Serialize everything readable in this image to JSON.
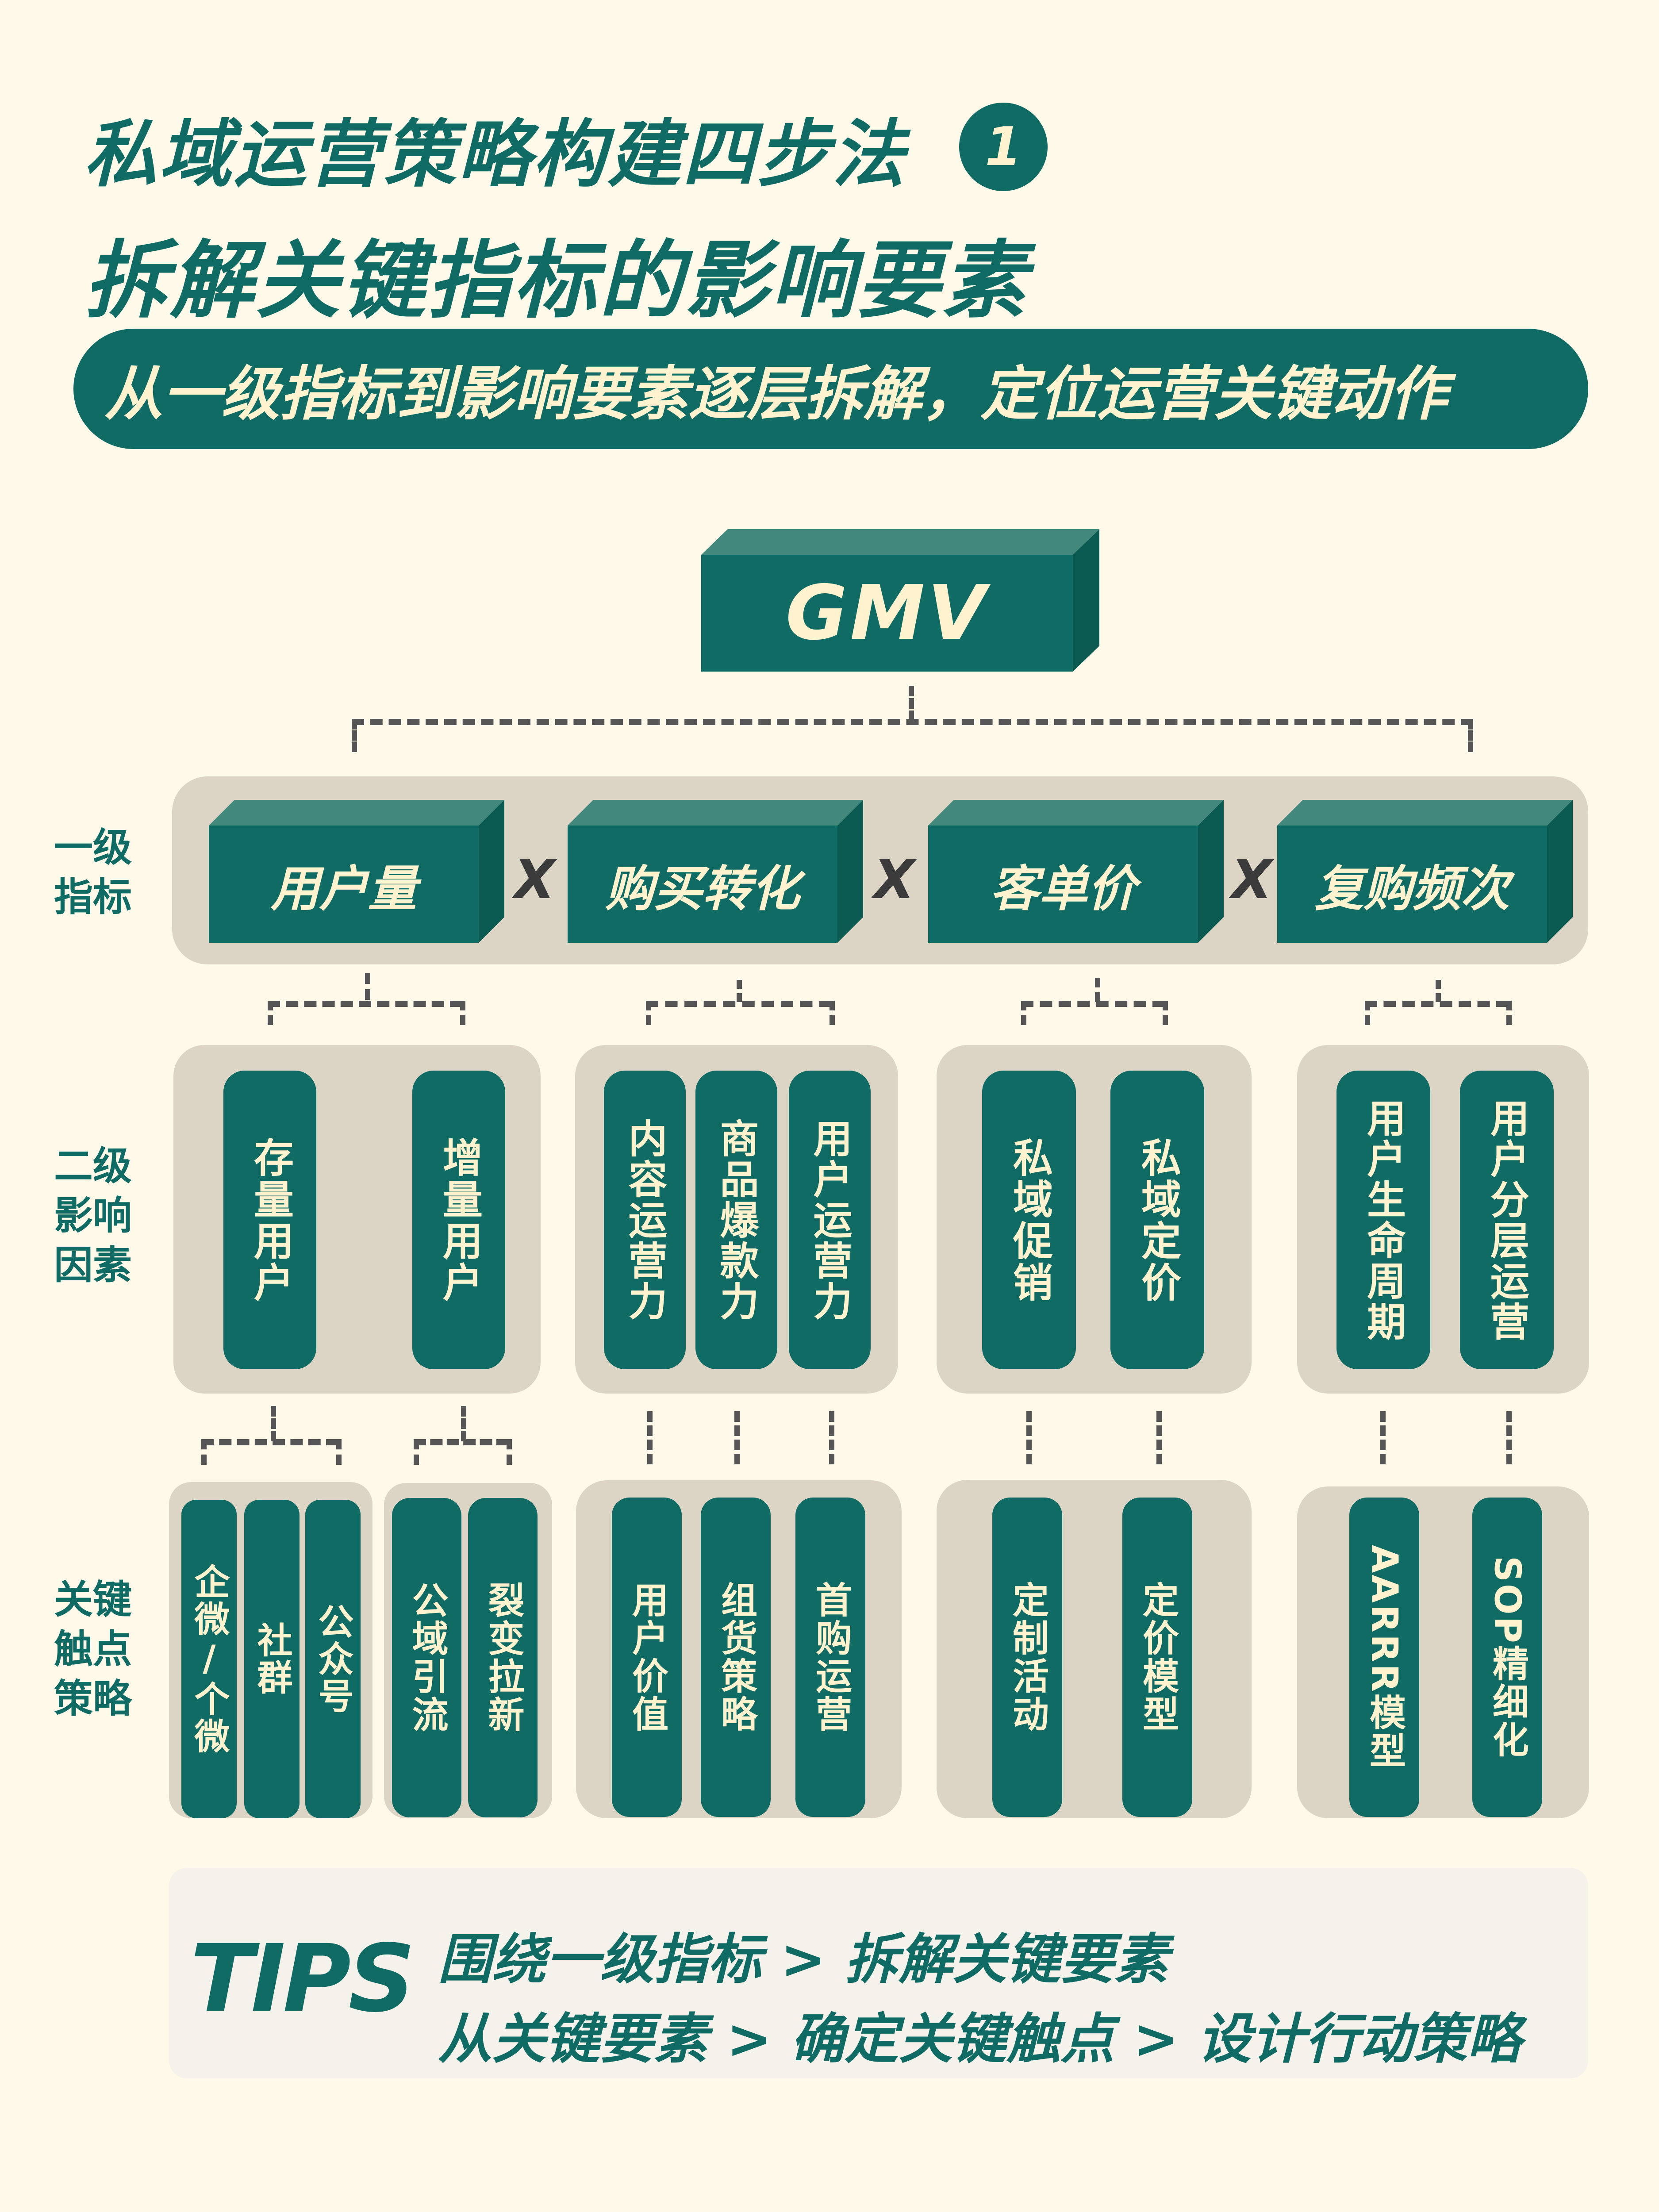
{
  "header": {
    "title_line1": "私域运营策略构建四步法",
    "step_number": "1",
    "title_line2": "拆解关键指标的影响要素",
    "subtitle": "从一级指标到影响要素逐层拆解，定位运营关键动作"
  },
  "root": {
    "label": "GMV"
  },
  "row_labels": {
    "level1": "一级\n指标",
    "level2": "二级\n影响\n因素",
    "level3": "关键\n触点\n策略"
  },
  "level1": {
    "operator": "X",
    "items": [
      {
        "label": "用户量"
      },
      {
        "label": "购买转化"
      },
      {
        "label": "客单价"
      },
      {
        "label": "复购频次"
      }
    ]
  },
  "level2": {
    "groups": [
      {
        "parent": "用户量",
        "items": [
          "存量用户",
          "增量用户"
        ]
      },
      {
        "parent": "购买转化",
        "items": [
          "内容运营力",
          "商品爆款力",
          "用户运营力"
        ]
      },
      {
        "parent": "客单价",
        "items": [
          "私域促销",
          "私域定价"
        ]
      },
      {
        "parent": "复购频次",
        "items": [
          "用户生命周期",
          "用户分层运营"
        ]
      }
    ]
  },
  "level3": {
    "groups": [
      {
        "parent": "存量用户",
        "items": [
          "企微/个微",
          "社群",
          "公众号"
        ]
      },
      {
        "parent": "增量用户",
        "items": [
          "公域引流",
          "裂变拉新"
        ]
      },
      {
        "parent": "购买转化",
        "items": [
          "用户价值",
          "组货策略",
          "首购运营"
        ]
      },
      {
        "parent": "客单价",
        "items": [
          "定制活动",
          "定价模型"
        ]
      },
      {
        "parent": "复购频次",
        "items": [
          "AARRR模型",
          "SOP精细化"
        ]
      }
    ]
  },
  "tips": {
    "label": "TIPS",
    "line1": "围绕一级指标 > 拆解关键要素",
    "line2": "从关键要素 > 确定关键触点 > 设计行动策略"
  },
  "colors": {
    "background": "#FEF9E8",
    "primary": "#0F6B63",
    "box_top": "#43887D",
    "box_side": "#0B5A52",
    "text_light": "#FFF3CF",
    "panel": "#DCD5C5",
    "connector": "#555555",
    "tips_bg": "#F5F2EC"
  }
}
